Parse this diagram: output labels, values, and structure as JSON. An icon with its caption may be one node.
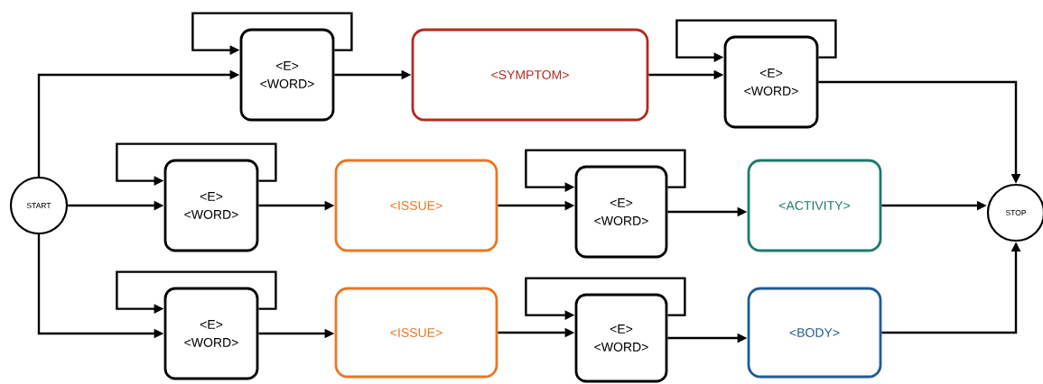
{
  "diagram": {
    "nodes": [
      {
        "text": [
          "START"
        ]
      },
      {
        "text": [
          "<E> <WORD>"
        ]
      },
      {
        "text": [
          "<SYMPTOM>"
        ]
      },
      {
        "text": [
          "<E> <WORD>"
        ]
      },
      {
        "text": [
          "<E> <WORD>"
        ]
      },
      {
        "text": [
          "<ISSUE>"
        ]
      },
      {
        "text": [
          "<E> <WORD>"
        ]
      },
      {
        "text": [
          "<ACTIVITY>"
        ]
      },
      {
        "text": [
          "<E> <WORD>"
        ]
      },
      {
        "text": [
          "<ISSUE>"
        ]
      },
      {
        "text": [
          "<E> <WORD>"
        ]
      },
      {
        "text": [
          "<BODY>"
        ]
      },
      {
        "text": [
          "STOP"
        ]
      }
    ],
    "edges": [
      {
        "from": 0,
        "to": 1,
        "arrow": "to"
      },
      {
        "from": 0,
        "to": 4,
        "arrow": "to"
      },
      {
        "from": 0,
        "to": 8,
        "arrow": "to"
      },
      {
        "from": 1,
        "to": 1,
        "arrow": "to"
      },
      {
        "from": 1,
        "to": 2,
        "arrow": "to"
      },
      {
        "from": 2,
        "to": 3,
        "arrow": "to"
      },
      {
        "from": 3,
        "to": 3,
        "arrow": "to"
      },
      {
        "from": 3,
        "to": 12,
        "arrow": "to"
      },
      {
        "from": 4,
        "to": 4,
        "arrow": "to"
      },
      {
        "from": 4,
        "to": 5,
        "arrow": "to"
      },
      {
        "from": 5,
        "to": 6,
        "arrow": "to"
      },
      {
        "from": 6,
        "to": 6,
        "arrow": "to"
      },
      {
        "from": 6,
        "to": 7,
        "arrow": "to"
      },
      {
        "from": 7,
        "to": 12,
        "arrow": "to"
      },
      {
        "from": 8,
        "to": 8,
        "arrow": "to"
      },
      {
        "from": 8,
        "to": 9,
        "arrow": "to"
      },
      {
        "from": 9,
        "to": 10,
        "arrow": "to"
      },
      {
        "from": 10,
        "to": 10,
        "arrow": "to"
      },
      {
        "from": 10,
        "to": 11,
        "arrow": "to"
      },
      {
        "from": 11,
        "to": 12,
        "arrow": "to"
      }
    ]
  }
}
